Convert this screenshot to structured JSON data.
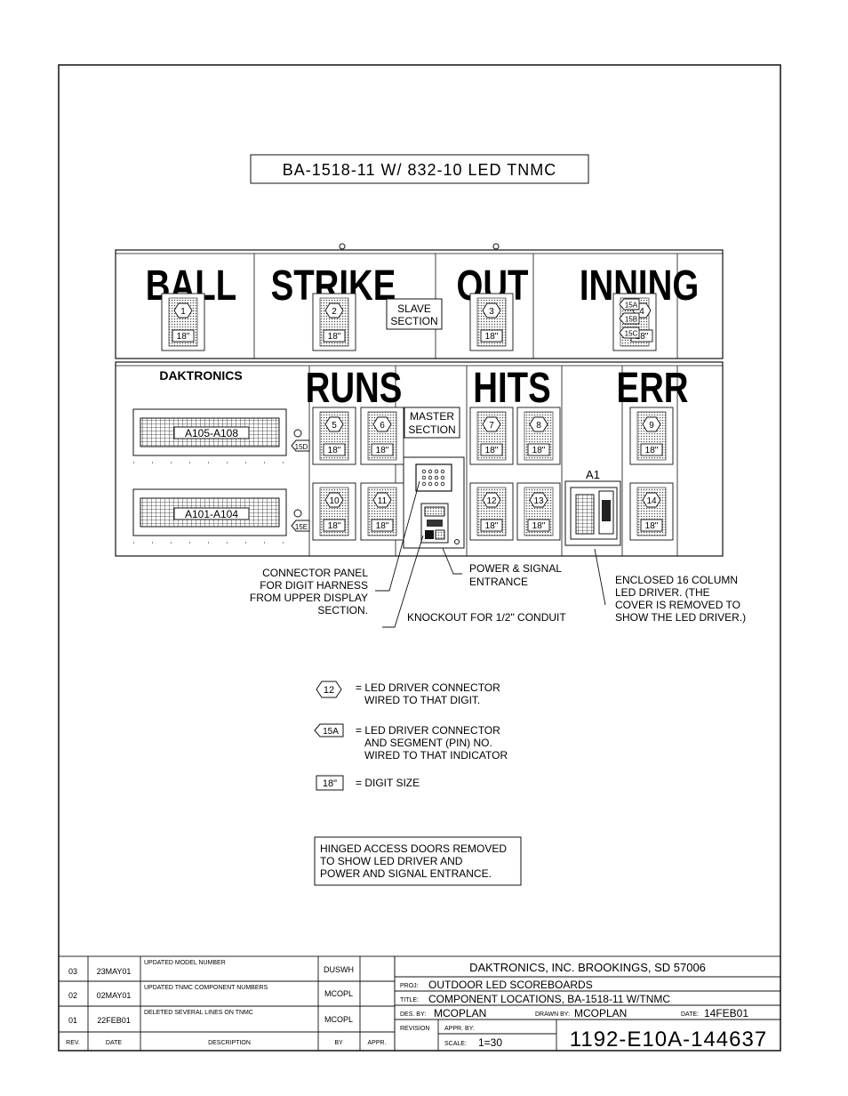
{
  "drawing": {
    "title": "BA-1518-11 W/ 832-10 LED TNMC",
    "brand": "DAKTRONICS",
    "captions": {
      "ball": "BALL",
      "strike": "STRIKE",
      "out": "OUT",
      "inning": "INNING",
      "runs": "RUNS",
      "hits": "HITS",
      "err": "ERR"
    },
    "slave_section": [
      "SLAVE",
      "SECTION"
    ],
    "master_section": [
      "MASTER",
      "SECTION"
    ],
    "digit_size": "18\"",
    "digits": [
      "1",
      "2",
      "3",
      "4",
      "5",
      "6",
      "7",
      "8",
      "9",
      "10",
      "11",
      "12",
      "13",
      "14"
    ],
    "inning_pins": [
      "15A",
      "15B",
      "15C"
    ],
    "side_pins": [
      "15D",
      "15E"
    ],
    "driver_labels": [
      "A105-A108",
      "A101-A104"
    ],
    "a1_label": "A1",
    "callouts": {
      "connector_panel": [
        "CONNECTOR PANEL",
        "FOR DIGIT HARNESS",
        "FROM UPPER DISPLAY",
        "SECTION."
      ],
      "power_signal": [
        "POWER & SIGNAL",
        "ENTRANCE"
      ],
      "knockout": "KNOCKOUT FOR 1/2\" CONDUIT",
      "enclosed_driver": [
        "ENCLOSED 16 COLUMN",
        "LED DRIVER.  (THE",
        "COVER IS REMOVED TO",
        "SHOW THE LED DRIVER.)"
      ]
    },
    "legend": {
      "digit_connector_symbol": "12",
      "digit_connector_text": [
        "= LED DRIVER CONNECTOR",
        "WIRED TO THAT DIGIT."
      ],
      "pin_symbol": "15A",
      "pin_text": [
        "= LED DRIVER CONNECTOR",
        "AND SEGMENT (PIN) NO.",
        "WIRED TO THAT INDICATOR"
      ],
      "size_symbol": "18\"",
      "size_text": "= DIGIT SIZE"
    },
    "note": [
      "HINGED ACCESS DOORS REMOVED",
      "TO SHOW LED DRIVER AND",
      "POWER AND SIGNAL ENTRANCE."
    ]
  },
  "title_block": {
    "revisions": [
      {
        "rev": "03",
        "date": "23MAY01",
        "description": "UPDATED MODEL NUMBER",
        "by": "DUSWH",
        "appr": ""
      },
      {
        "rev": "02",
        "date": "02MAY01",
        "description": "UPDATED TNMC COMPONENT NUMBERS",
        "by": "MCOPL",
        "appr": ""
      },
      {
        "rev": "01",
        "date": "22FEB01",
        "description": "DELETED SEVERAL LINES ON TNMC",
        "by": "MCOPL",
        "appr": ""
      }
    ],
    "headers": {
      "rev": "REV.",
      "date": "DATE",
      "description": "DESCRIPTION",
      "by": "BY",
      "appr": "APPR."
    },
    "company": "DAKTRONICS, INC.   BROOKINGS, SD 57006",
    "proj_label": "PROJ:",
    "proj": "OUTDOOR LED SCOREBOARDS",
    "title_label": "TITLE:",
    "title": "COMPONENT LOCATIONS, BA-1518-11 W/TNMC",
    "des_label": "DES. BY:",
    "des_by": "MCOPLAN",
    "drawn_label": "DRAWN BY:",
    "drawn_by": "MCOPLAN",
    "date_label": "DATE:",
    "date": "14FEB01",
    "revision_label": "REVISION",
    "appr_label": "APPR. BY:",
    "scale_label": "SCALE:",
    "scale": "1=30",
    "drawing_number": "1192-E10A-144637"
  }
}
